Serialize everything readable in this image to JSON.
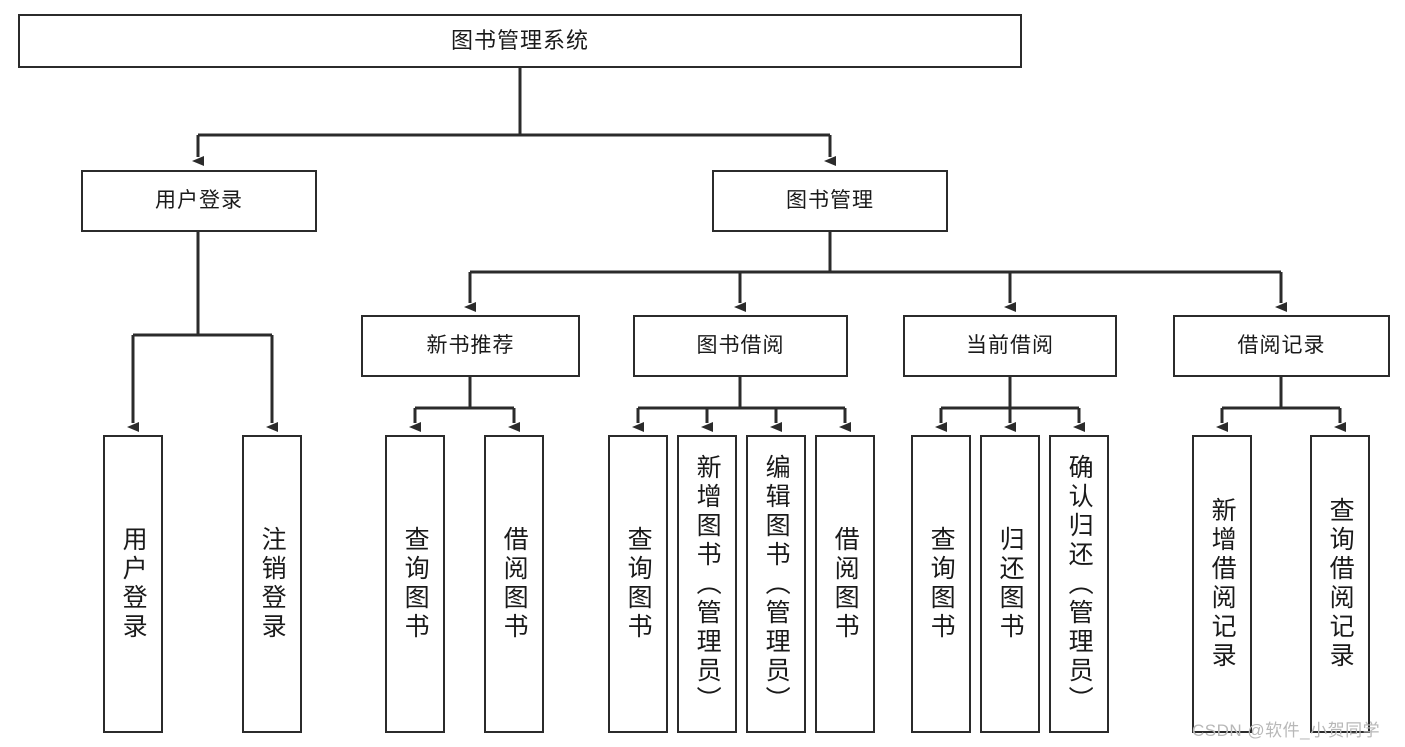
{
  "diagram": {
    "title": "图书管理系统",
    "root": {
      "label": "图书管理系统"
    },
    "level2": [
      {
        "label": "用户登录"
      },
      {
        "label": "图书管理"
      }
    ],
    "level3": [
      {
        "label": "新书推荐"
      },
      {
        "label": "图书借阅"
      },
      {
        "label": "当前借阅"
      },
      {
        "label": "借阅记录"
      }
    ],
    "leaves": {
      "user_login": [
        {
          "label": "用户登录"
        },
        {
          "label": "注销登录"
        }
      ],
      "new_book_recommend": [
        {
          "label": "查询图书"
        },
        {
          "label": "借阅图书"
        }
      ],
      "book_borrow": [
        {
          "label": "查询图书"
        },
        {
          "label": "新增图书（管理员）"
        },
        {
          "label": "编辑图书（管理员）"
        },
        {
          "label": "借阅图书"
        }
      ],
      "current_borrow": [
        {
          "label": "查询图书"
        },
        {
          "label": "归还图书"
        },
        {
          "label": "确认归还（管理员）"
        }
      ],
      "borrow_record": [
        {
          "label": "新增借阅记录"
        },
        {
          "label": "查询借阅记录"
        }
      ]
    }
  },
  "watermark": {
    "text": "CSDN @软件_小贺同学"
  },
  "colors": {
    "stroke": "#2b2b2b",
    "background": "#ffffff",
    "text": "#1a1a1a",
    "watermark": "#b8b8b8"
  }
}
